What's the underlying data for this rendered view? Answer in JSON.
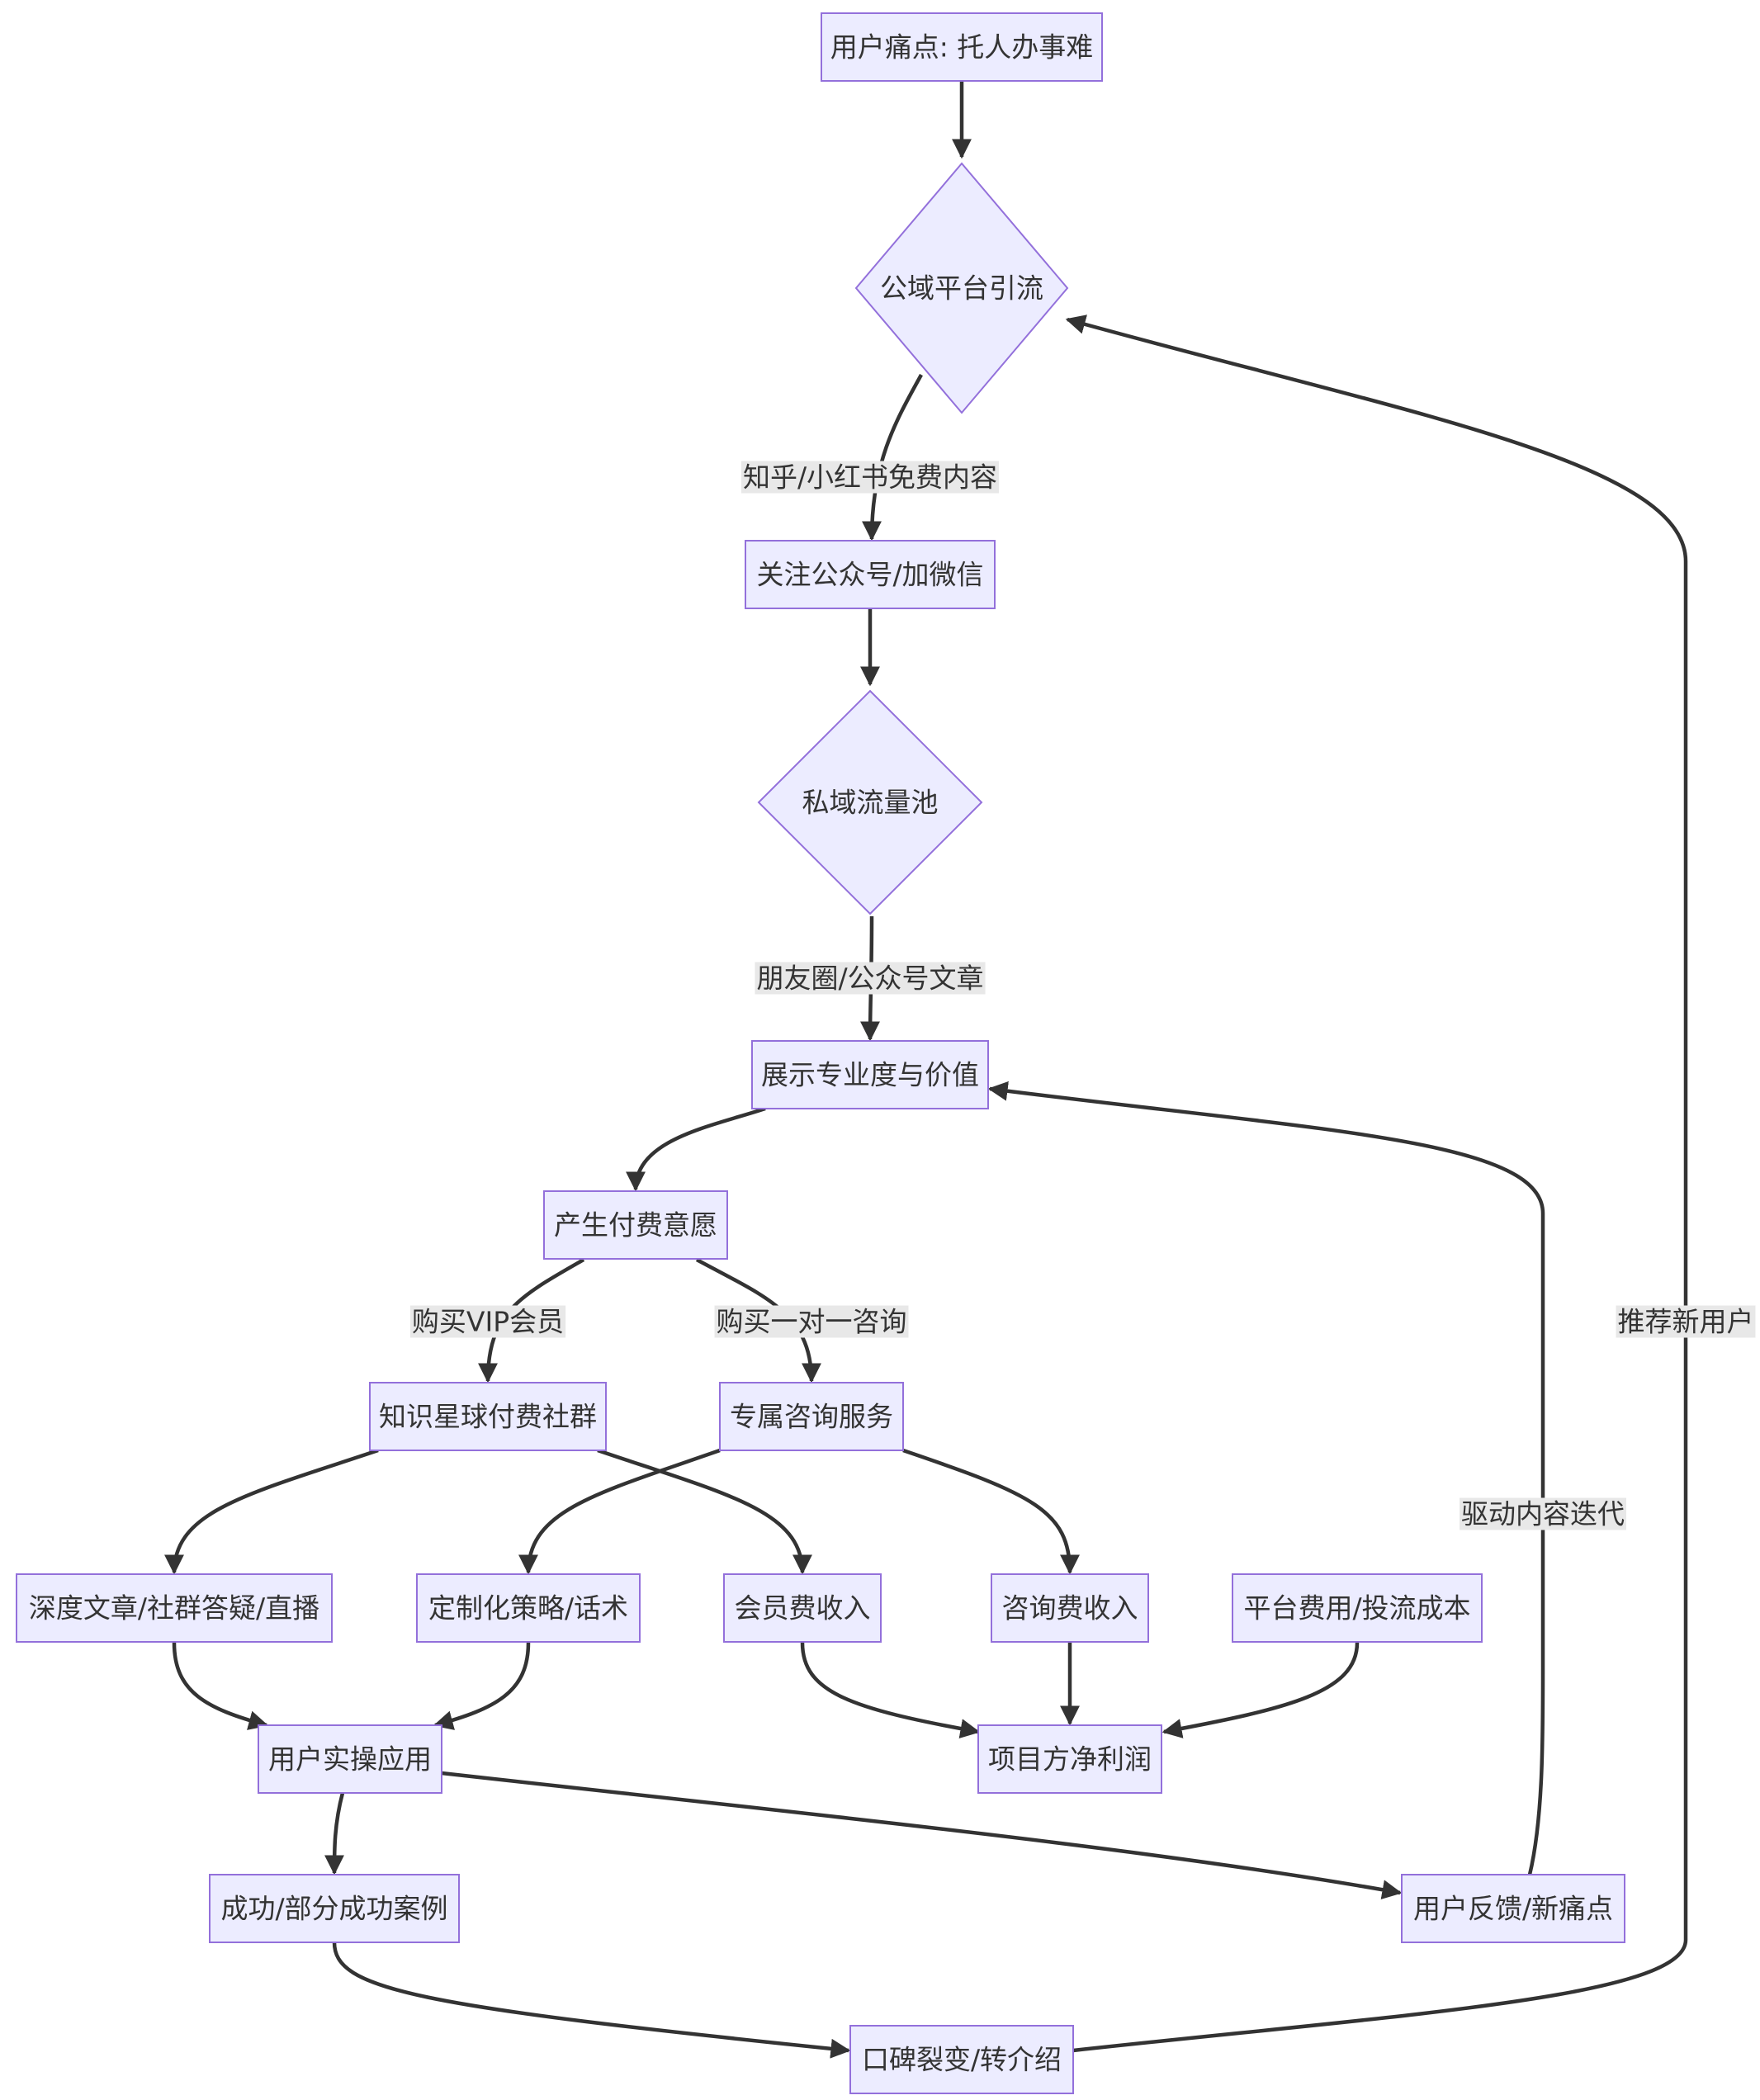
{
  "diagram": {
    "type": "flowchart",
    "colors": {
      "node_fill": "#ECECFF",
      "node_stroke": "#9370DB",
      "edge": "#333333",
      "text": "#333333",
      "edge_label_bg": "#e8e8e8"
    },
    "nodes": {
      "pain": {
        "shape": "rect",
        "label": "用户痛点: 托人办事难"
      },
      "public": {
        "shape": "diamond",
        "label": "公域平台引流"
      },
      "follow": {
        "shape": "rect",
        "label": "关注公众号/加微信"
      },
      "private": {
        "shape": "diamond",
        "label": "私域流量池"
      },
      "show": {
        "shape": "rect",
        "label": "展示专业度与价值"
      },
      "willing": {
        "shape": "rect",
        "label": "产生付费意愿"
      },
      "planet": {
        "shape": "rect",
        "label": "知识星球付费社群"
      },
      "consult": {
        "shape": "rect",
        "label": "专属咨询服务"
      },
      "deep": {
        "shape": "rect",
        "label": "深度文章/社群答疑/直播"
      },
      "custom": {
        "shape": "rect",
        "label": "定制化策略/话术"
      },
      "memberfee": {
        "shape": "rect",
        "label": "会员费收入"
      },
      "consultfee": {
        "shape": "rect",
        "label": "咨询费收入"
      },
      "platform": {
        "shape": "rect",
        "label": "平台费用/投流成本"
      },
      "apply": {
        "shape": "rect",
        "label": "用户实操应用"
      },
      "profit": {
        "shape": "rect",
        "label": "项目方净利润"
      },
      "success": {
        "shape": "rect",
        "label": "成功/部分成功案例"
      },
      "feedback": {
        "shape": "rect",
        "label": "用户反馈/新痛点"
      },
      "wom": {
        "shape": "rect",
        "label": "口碑裂变/转介绍"
      }
    },
    "edges": [
      {
        "from": "pain",
        "to": "public",
        "label": ""
      },
      {
        "from": "public",
        "to": "follow",
        "label": "知乎/小红书免费内容"
      },
      {
        "from": "follow",
        "to": "private",
        "label": ""
      },
      {
        "from": "private",
        "to": "show",
        "label": "朋友圈/公众号文章"
      },
      {
        "from": "show",
        "to": "willing",
        "label": ""
      },
      {
        "from": "willing",
        "to": "planet",
        "label": "购买VIP会员"
      },
      {
        "from": "willing",
        "to": "consult",
        "label": "购买一对一咨询"
      },
      {
        "from": "planet",
        "to": "deep",
        "label": ""
      },
      {
        "from": "planet",
        "to": "memberfee",
        "label": ""
      },
      {
        "from": "consult",
        "to": "custom",
        "label": ""
      },
      {
        "from": "consult",
        "to": "consultfee",
        "label": ""
      },
      {
        "from": "deep",
        "to": "apply",
        "label": ""
      },
      {
        "from": "custom",
        "to": "apply",
        "label": ""
      },
      {
        "from": "memberfee",
        "to": "profit",
        "label": ""
      },
      {
        "from": "consultfee",
        "to": "profit",
        "label": ""
      },
      {
        "from": "platform",
        "to": "profit",
        "label": ""
      },
      {
        "from": "apply",
        "to": "success",
        "label": ""
      },
      {
        "from": "apply",
        "to": "feedback",
        "label": ""
      },
      {
        "from": "success",
        "to": "wom",
        "label": ""
      },
      {
        "from": "feedback",
        "to": "show",
        "label": "驱动内容迭代"
      },
      {
        "from": "wom",
        "to": "public",
        "label": "推荐新用户"
      }
    ]
  }
}
